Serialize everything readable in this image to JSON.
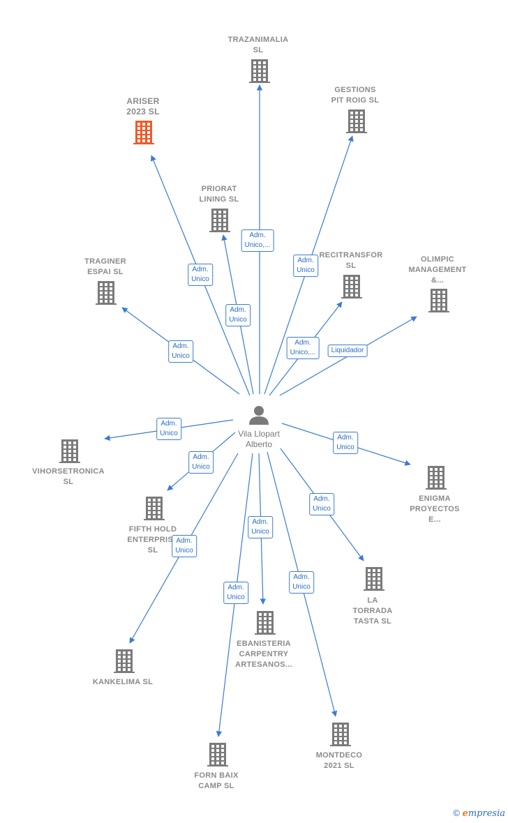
{
  "center": {
    "name_lines": [
      "Vila Llopart",
      "Alberto"
    ],
    "icon": "person-icon"
  },
  "companies": [
    {
      "id": "trazanimalia",
      "lines": [
        "TRAZANIMALIA",
        "SL"
      ],
      "highlight": false,
      "role_lines": [
        "Adm.",
        "Unico,..."
      ]
    },
    {
      "id": "gestions",
      "lines": [
        "GESTIONS",
        "PIT ROIG SL"
      ],
      "highlight": false,
      "role_lines": [
        "Adm.",
        "Unico"
      ]
    },
    {
      "id": "ariser",
      "lines": [
        "ARISER",
        "2023  SL"
      ],
      "highlight": true,
      "role_lines": [
        "Adm.",
        "Unico"
      ]
    },
    {
      "id": "priorat",
      "lines": [
        "PRIORAT",
        "LINING  SL"
      ],
      "highlight": false,
      "role_lines": [
        "Adm.",
        "Unico"
      ]
    },
    {
      "id": "recitransfor",
      "lines": [
        "RECITRANSFOR",
        "SL"
      ],
      "highlight": false,
      "role_lines": [
        "Adm.",
        "Unico,..."
      ]
    },
    {
      "id": "olimpic",
      "lines": [
        "OLIMPIC",
        "MANAGEMENT",
        "&..."
      ],
      "highlight": false,
      "role_lines": [
        "Liquidador"
      ]
    },
    {
      "id": "traginer",
      "lines": [
        "TRAGINER",
        "ESPAI  SL"
      ],
      "highlight": false,
      "role_lines": [
        "Adm.",
        "Unico"
      ]
    },
    {
      "id": "vihorsetronica",
      "lines": [
        "VIHORSETRONICA",
        "SL"
      ],
      "highlight": false,
      "role_lines": [
        "Adm.",
        "Unico"
      ]
    },
    {
      "id": "fifth",
      "lines": [
        "FIFTH HOLD",
        "ENTERPRISE",
        "SL"
      ],
      "highlight": false,
      "role_lines": [
        "Adm.",
        "Unico"
      ]
    },
    {
      "id": "enigma",
      "lines": [
        "ENIGMA",
        "PROYECTOS",
        "E..."
      ],
      "highlight": false,
      "role_lines": [
        "Adm.",
        "Unico"
      ]
    },
    {
      "id": "latorrada",
      "lines": [
        "LA",
        "TORRADA",
        "TASTA  SL"
      ],
      "highlight": false,
      "role_lines": [
        "Adm.",
        "Unico"
      ]
    },
    {
      "id": "ebanisteria",
      "lines": [
        "EBANISTERIA",
        "CARPENTRY",
        "ARTESANOS..."
      ],
      "highlight": false,
      "role_lines": [
        "Adm.",
        "Unico"
      ]
    },
    {
      "id": "kankelima",
      "lines": [
        "KANKELIMA SL"
      ],
      "highlight": false,
      "role_lines": [
        "Adm.",
        "Unico"
      ]
    },
    {
      "id": "montdeco",
      "lines": [
        "MONTDECO",
        "2021  SL"
      ],
      "highlight": false,
      "role_lines": [
        "Adm.",
        "Unico"
      ]
    },
    {
      "id": "fornbaix",
      "lines": [
        "FORN BAIX",
        "CAMP  SL"
      ],
      "highlight": false,
      "role_lines": [
        "Adm.",
        "Unico"
      ]
    }
  ],
  "colors": {
    "edge": "#3a7bd5",
    "building": "#7a7a7a",
    "building_highlight": "#f05a28",
    "person": "#7a7a7a"
  },
  "footer": {
    "copyright_symbol": "©",
    "brand_first": "e",
    "brand_rest": "mpresia"
  }
}
